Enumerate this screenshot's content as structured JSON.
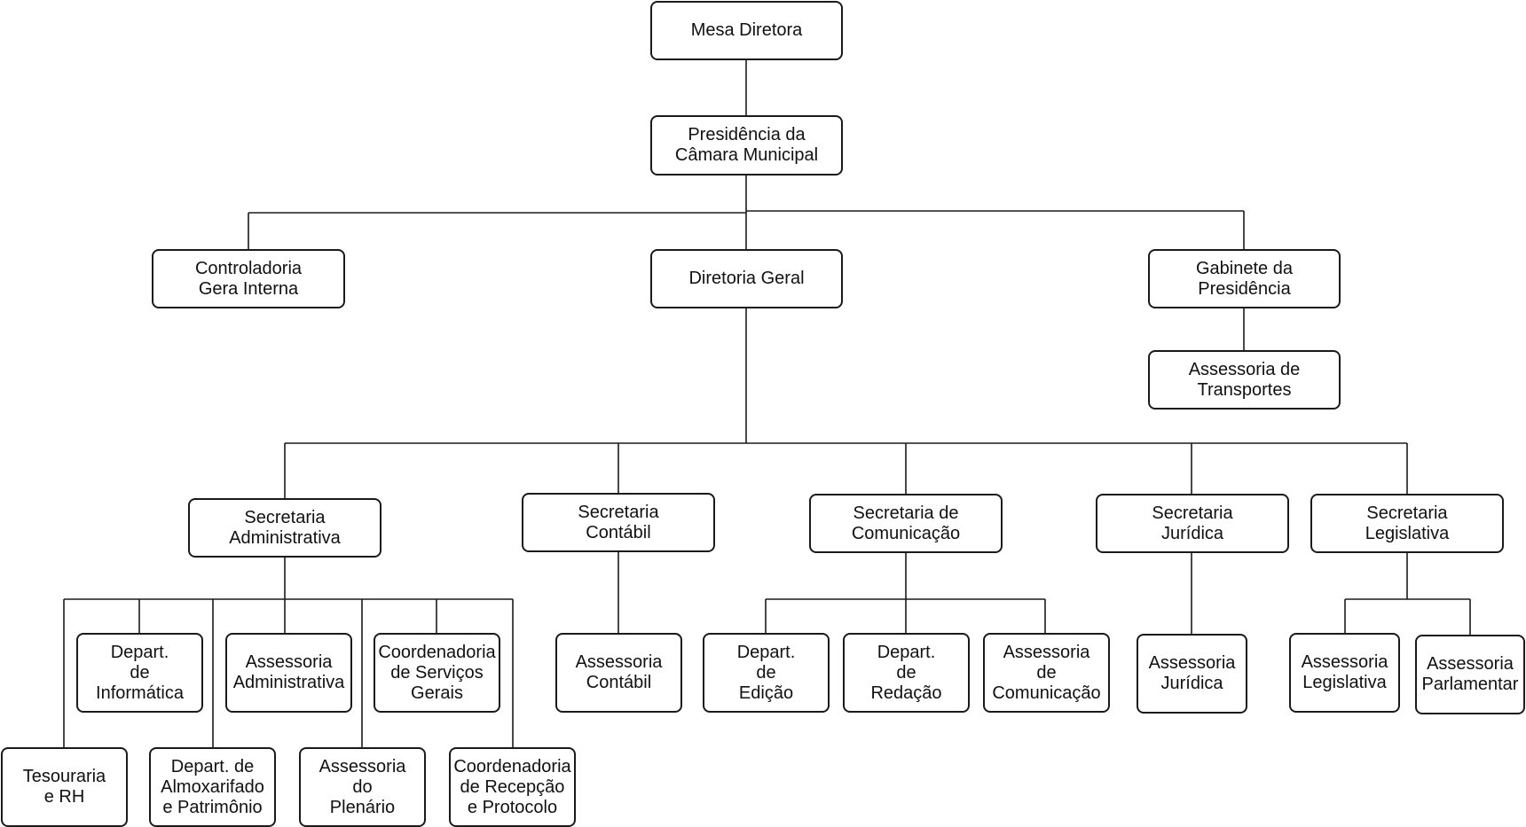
{
  "diagram": {
    "nodes": {
      "mesa_diretora": [
        "Mesa Diretora"
      ],
      "presidencia": [
        "Presidência da",
        "Câmara Municipal"
      ],
      "controladoria": [
        "Controladoria",
        "Gera Interna"
      ],
      "diretoria_geral": [
        "Diretoria Geral"
      ],
      "gabinete": [
        "Gabinete da",
        "Presidência"
      ],
      "assessoria_transportes": [
        "Assessoria de",
        "Transportes"
      ],
      "sec_administrativa": [
        "Secretaria",
        "Administrativa"
      ],
      "sec_contabil": [
        "Secretaria",
        "Contábil"
      ],
      "sec_comunicacao": [
        "Secretaria de",
        "Comunicação"
      ],
      "sec_juridica": [
        "Secretaria",
        "Jurídica"
      ],
      "sec_legislativa": [
        "Secretaria",
        "Legislativa"
      ],
      "depart_informatica": [
        "Depart.",
        "de",
        "Informática"
      ],
      "assessoria_administrativa": [
        "Assessoria",
        "Administrativa"
      ],
      "coord_servicos_gerais": [
        "Coordenadoria",
        "de Serviços",
        "Gerais"
      ],
      "tesouraria_rh": [
        "Tesouraria",
        "e RH"
      ],
      "depart_almoxarifado": [
        "Depart. de",
        "Almoxarifado",
        "e Patrimônio"
      ],
      "assessoria_plenario": [
        "Assessoria",
        "do",
        "Plenário"
      ],
      "coord_recepcao": [
        "Coordenadoria",
        "de Recepção",
        "e Protocolo"
      ],
      "assessoria_contabil": [
        "Assessoria",
        "Contábil"
      ],
      "depart_edicao": [
        "Depart.",
        "de",
        "Edição"
      ],
      "depart_redacao": [
        "Depart.",
        "de",
        "Redação"
      ],
      "assessoria_comunicacao": [
        "Assessoria",
        "de",
        "Comunicação"
      ],
      "assessoria_juridica": [
        "Assessoria",
        "Jurídica"
      ],
      "assessoria_legislativa": [
        "Assessoria",
        "Legislativa"
      ],
      "assessoria_parlamentar": [
        "Assessoria",
        "Parlamentar"
      ]
    },
    "edges": [
      [
        "mesa_diretora",
        "presidencia"
      ],
      [
        "presidencia",
        "controladoria"
      ],
      [
        "presidencia",
        "diretoria_geral"
      ],
      [
        "presidencia",
        "gabinete"
      ],
      [
        "gabinete",
        "assessoria_transportes"
      ],
      [
        "diretoria_geral",
        "sec_administrativa"
      ],
      [
        "diretoria_geral",
        "sec_contabil"
      ],
      [
        "diretoria_geral",
        "sec_comunicacao"
      ],
      [
        "diretoria_geral",
        "sec_juridica"
      ],
      [
        "diretoria_geral",
        "sec_legislativa"
      ],
      [
        "sec_administrativa",
        "tesouraria_rh"
      ],
      [
        "sec_administrativa",
        "depart_informatica"
      ],
      [
        "sec_administrativa",
        "depart_almoxarifado"
      ],
      [
        "sec_administrativa",
        "assessoria_administrativa"
      ],
      [
        "sec_administrativa",
        "assessoria_plenario"
      ],
      [
        "sec_administrativa",
        "coord_servicos_gerais"
      ],
      [
        "sec_administrativa",
        "coord_recepcao"
      ],
      [
        "sec_contabil",
        "assessoria_contabil"
      ],
      [
        "sec_comunicacao",
        "depart_edicao"
      ],
      [
        "sec_comunicacao",
        "depart_redacao"
      ],
      [
        "sec_comunicacao",
        "assessoria_comunicacao"
      ],
      [
        "sec_juridica",
        "assessoria_juridica"
      ],
      [
        "sec_legislativa",
        "assessoria_legislativa"
      ],
      [
        "sec_legislativa",
        "assessoria_parlamentar"
      ]
    ]
  }
}
